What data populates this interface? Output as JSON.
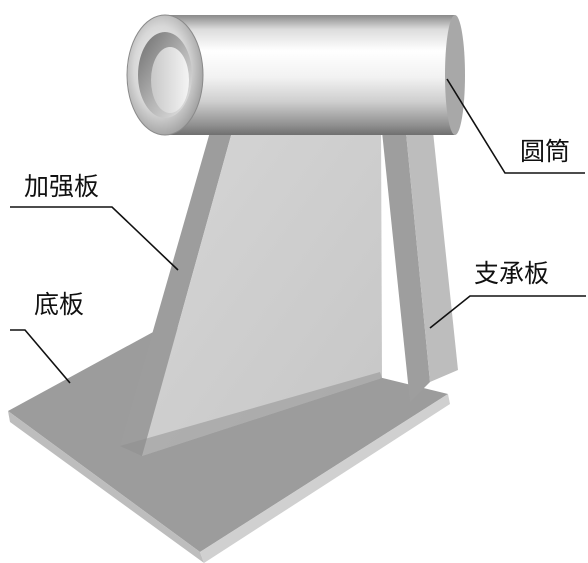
{
  "labels": {
    "tube": "圆筒",
    "rib": "加强板",
    "base": "底板",
    "support": "支承板"
  },
  "colors": {
    "background": "#ffffff",
    "base_top": "#9b9b9b",
    "base_side": "#b8b8b8",
    "base_front": "#c9c9c9",
    "rib_face": "#cfcfcf",
    "support_front": "#bdbdbd",
    "support_side": "#9e9e9e",
    "tube_light": "#ffffff",
    "tube_mid": "#cfcfcf",
    "tube_dark": "#7a7a7a",
    "leader_lines": "#111111"
  },
  "parts": [
    {
      "name": "圆筒",
      "icon": "cylinder-tube"
    },
    {
      "name": "加强板",
      "icon": "triangular-rib"
    },
    {
      "name": "底板",
      "icon": "base-plate"
    },
    {
      "name": "支承板",
      "icon": "support-plate"
    }
  ]
}
